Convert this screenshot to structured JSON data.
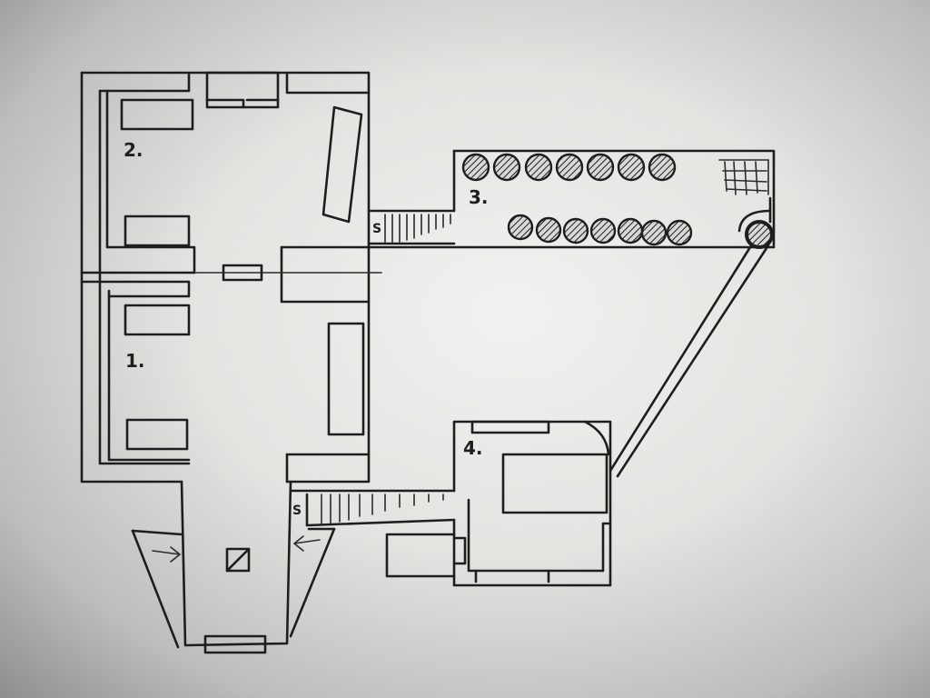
{
  "rooms": [
    {
      "label": "1."
    },
    {
      "label": "2."
    },
    {
      "label": "3."
    },
    {
      "label": "4."
    }
  ],
  "stair_labels": [
    "S",
    "S"
  ],
  "colors": {
    "ink": "#1e1e1e",
    "paper": "#ececea"
  },
  "icons": {
    "barrel": "hatched-circle-icon",
    "crate": "crate-icon",
    "web": "cobweb-icon"
  }
}
